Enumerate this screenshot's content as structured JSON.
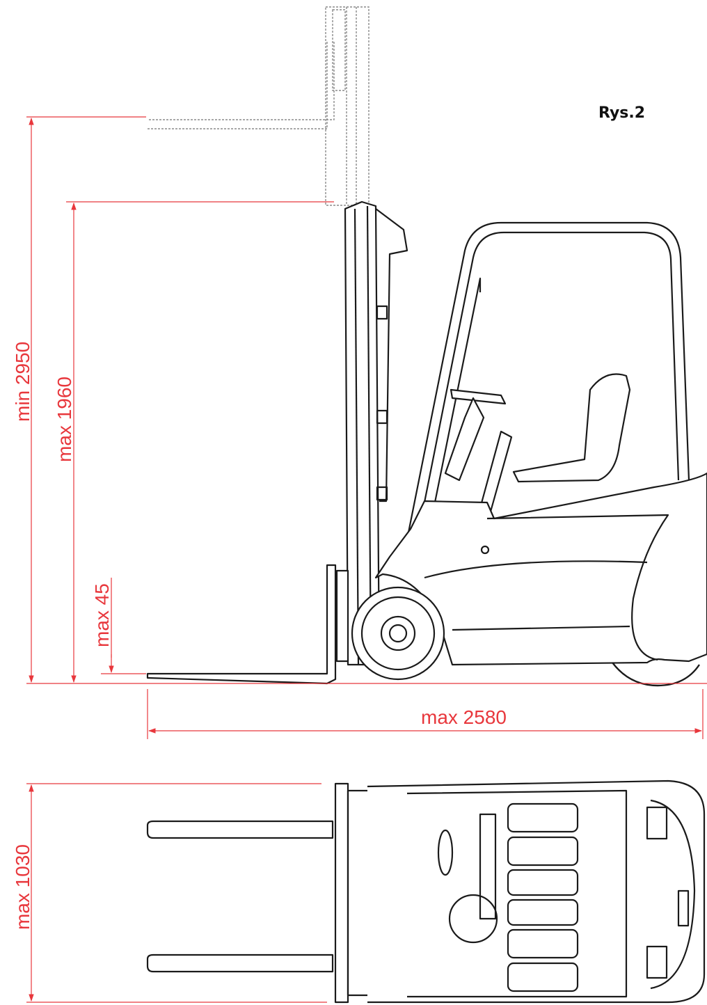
{
  "figure": {
    "label": "Rys.2"
  },
  "colors": {
    "dimension": "#e8373c",
    "outline": "#1a1a1a",
    "ghost": "#8a8a8a",
    "ground": "#e8373c"
  },
  "dimensions": {
    "overall_height": "min 2950",
    "lift_height": "max 1960",
    "fork_clearance": "max 45",
    "length": "max 2580",
    "width": "max 1030"
  }
}
